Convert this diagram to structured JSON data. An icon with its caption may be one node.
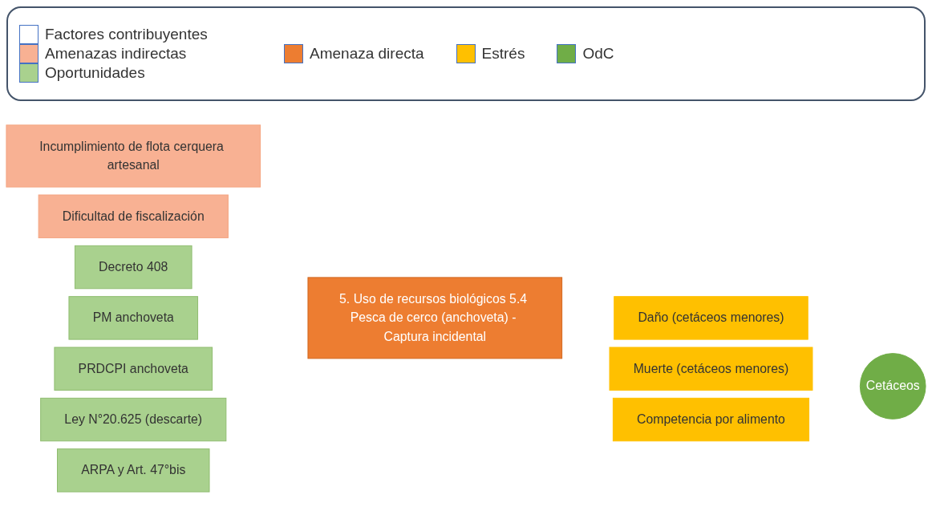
{
  "diagram": {
    "nodes": [
      {
        "text": [
          "Incumplimiento de flota cerquera artesanal"
        ]
      },
      {
        "text": [
          "Dificultad de fiscalización"
        ]
      },
      {
        "text": [
          "Decreto 408"
        ]
      },
      {
        "text": [
          "PM anchoveta"
        ]
      },
      {
        "text": [
          "PRDCPI anchoveta"
        ]
      },
      {
        "text": [
          "Ley N°20.625 (descarte)"
        ]
      },
      {
        "text": [
          "ARPA y Art. 47°bis"
        ]
      },
      {
        "text": [
          "5. Uso de recursos biológicos 5.4 Pesca de cerco (anchoveta) - Captura incidental"
        ]
      },
      {
        "text": [
          "Daño (cetáceos menores)"
        ]
      },
      {
        "text": [
          "Muerte (cetáceos menores)"
        ]
      },
      {
        "text": [
          "Competencia por alimento"
        ]
      },
      {
        "text": [
          "Cetáceos"
        ]
      }
    ],
    "legend": [
      {
        "text": "Factores contribuyentes",
        "color": "#ffffff"
      },
      {
        "text": "Amenazas indirectas",
        "color": "#f8b193"
      },
      {
        "text": "Oportunidades",
        "color": "#a9d18e"
      },
      {
        "text": "Amenaza directa",
        "color": "#ed7d31"
      },
      {
        "text": "Estrés",
        "color": "#ffc000"
      },
      {
        "text": "OdC",
        "color": "#70ad47"
      }
    ]
  }
}
